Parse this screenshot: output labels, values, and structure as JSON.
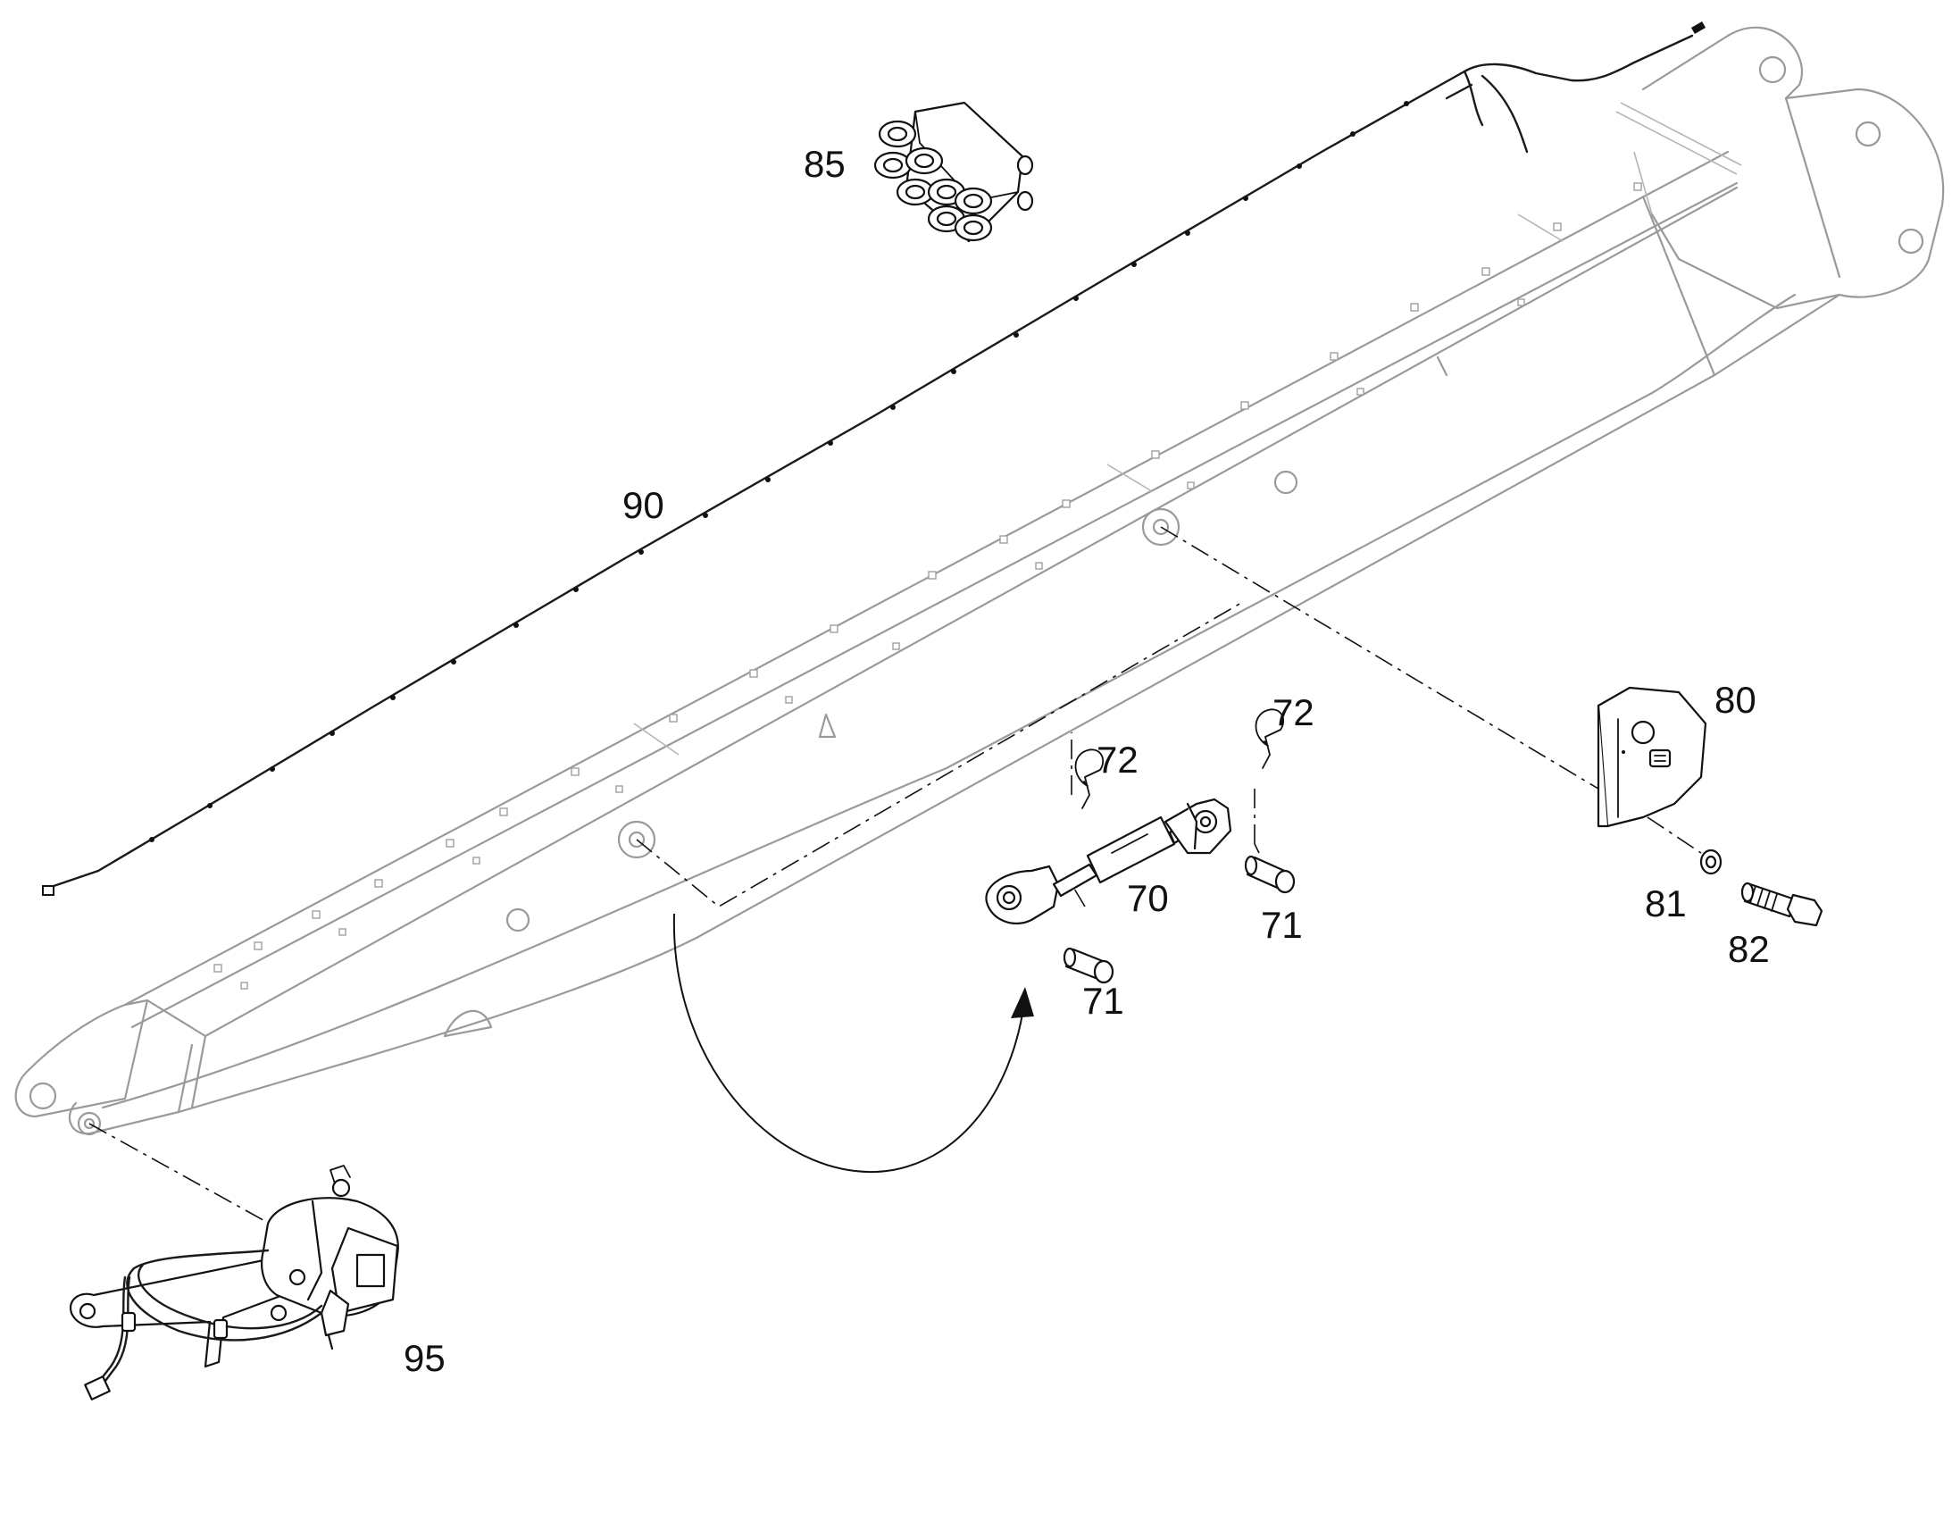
{
  "callouts": {
    "c70": "70",
    "c71a": "71",
    "c71b": "71",
    "c72a": "72",
    "c72b": "72",
    "c80": "80",
    "c81": "81",
    "c82": "82",
    "c85": "85",
    "c90": "90",
    "c95": "95"
  }
}
